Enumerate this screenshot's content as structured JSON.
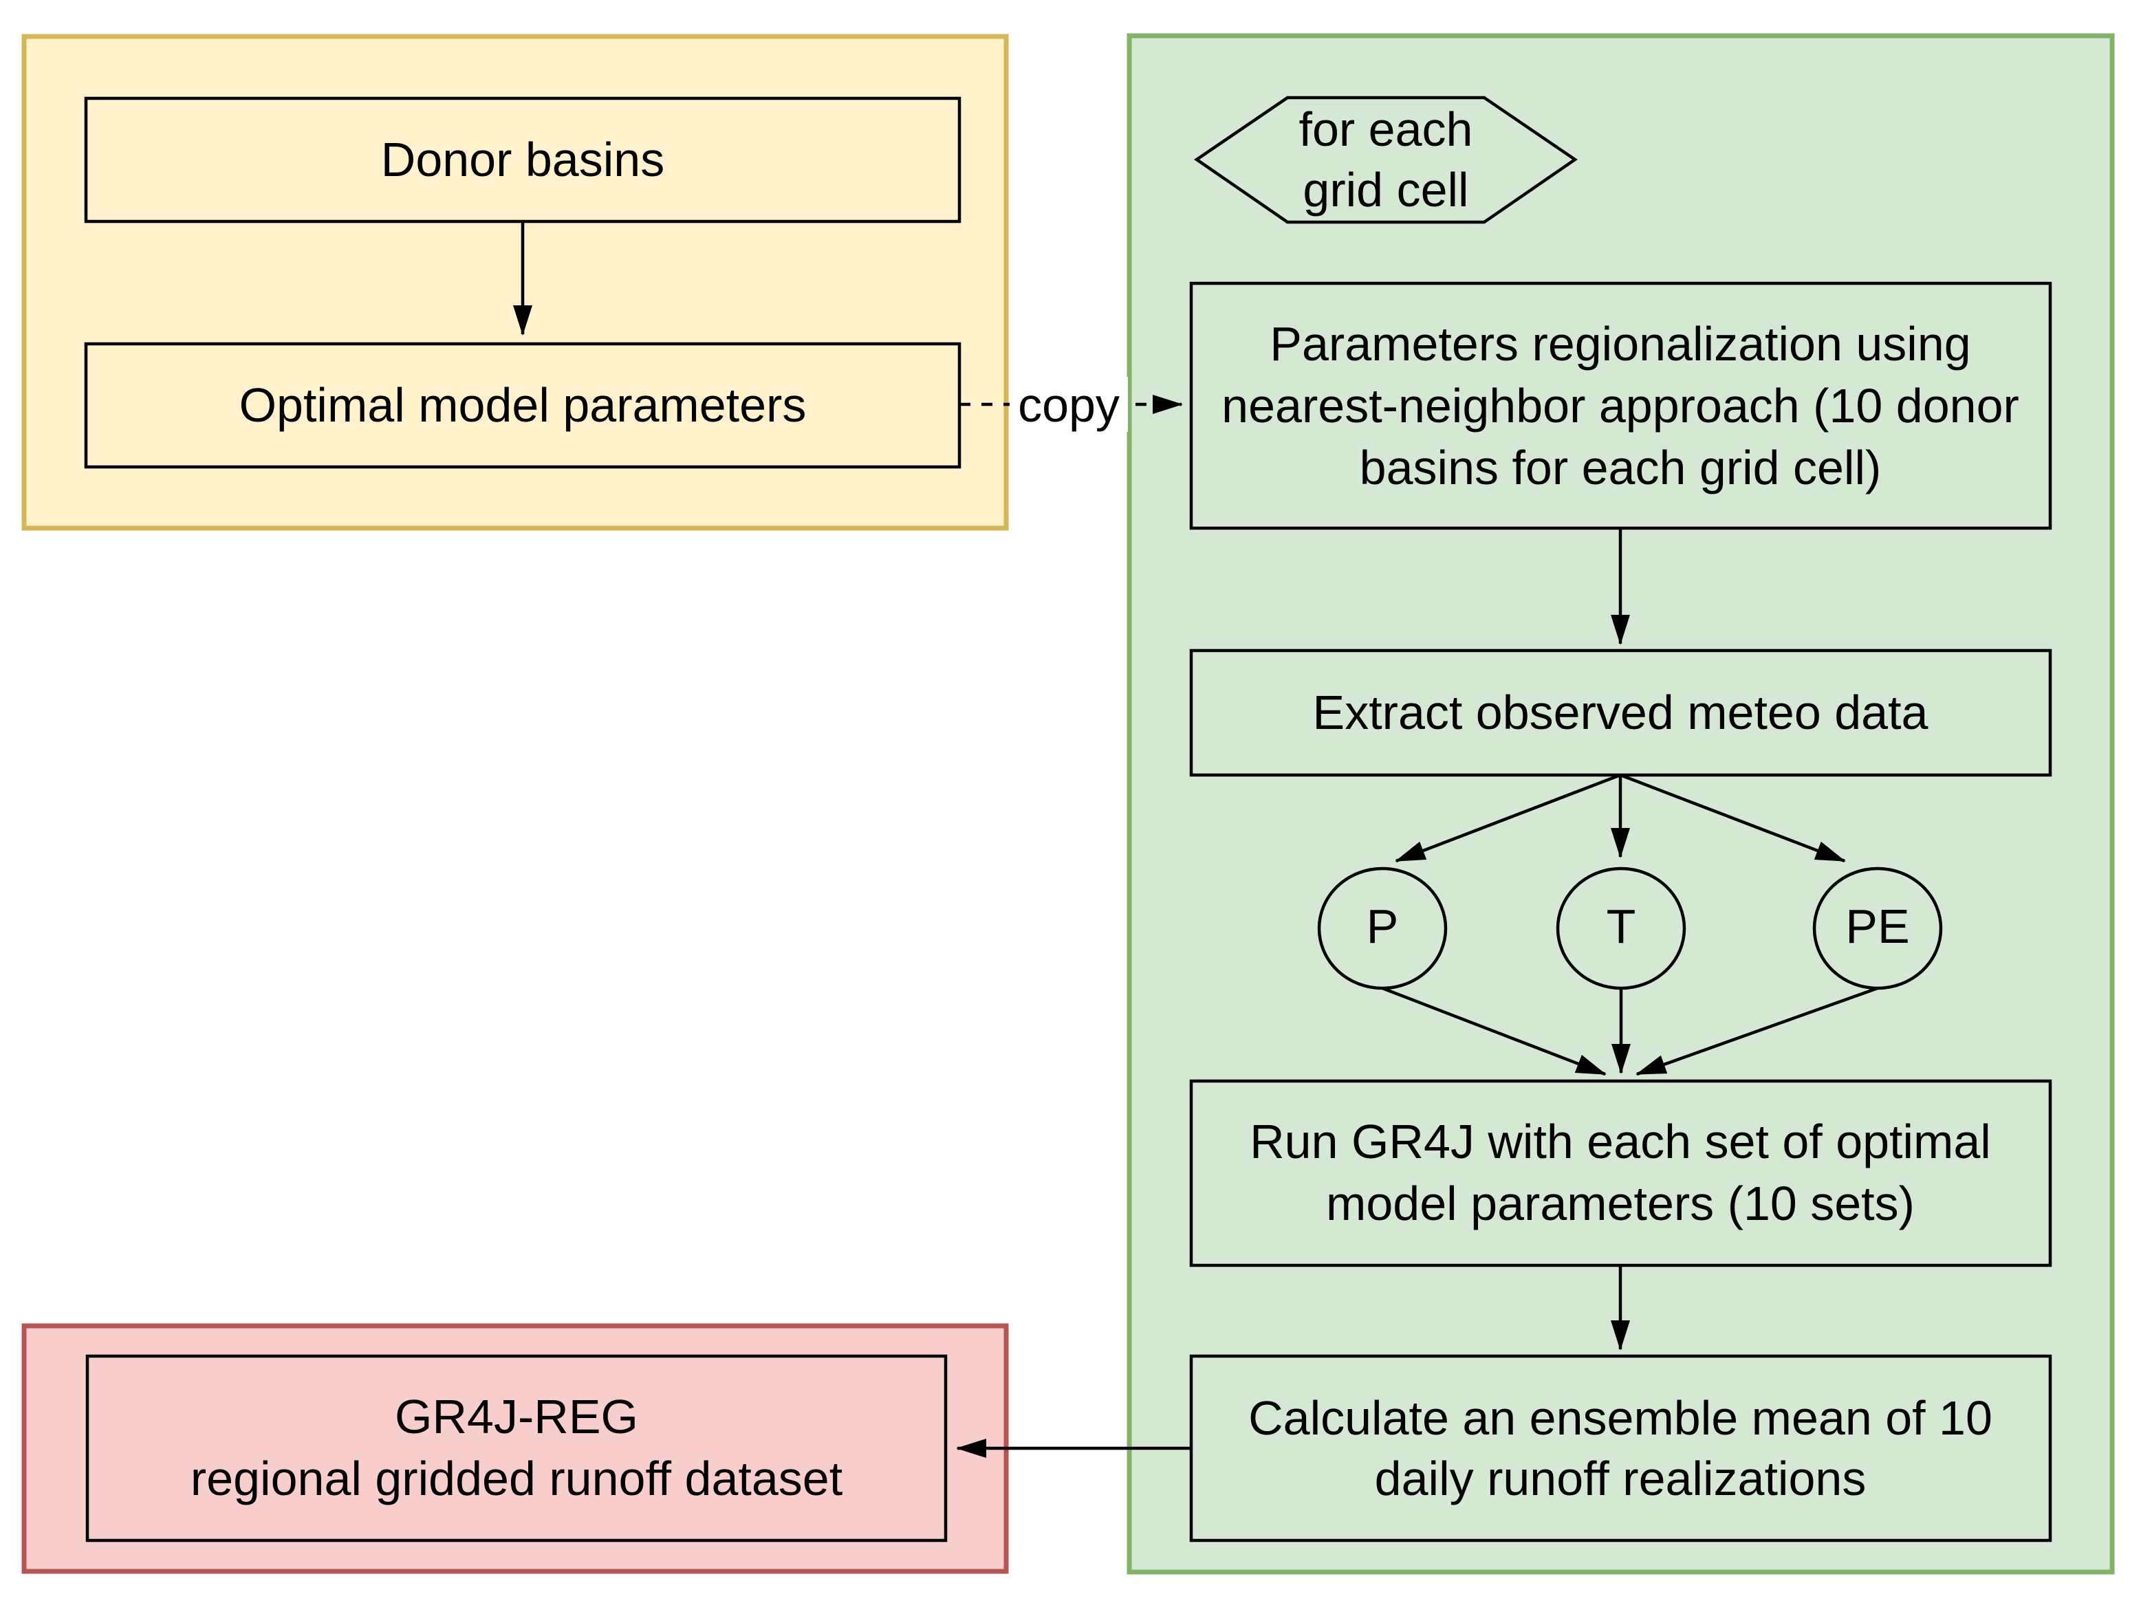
{
  "colors": {
    "yellow_fill": "#fff2cc",
    "yellow_stroke": "#d6b656",
    "green_fill": "#d5e8d4",
    "green_stroke": "#82b366",
    "red_fill": "#f8cecc",
    "red_stroke": "#b85450",
    "node_stroke": "#000000",
    "text": "#000000"
  },
  "diagram": {
    "yellow_group": {
      "donor_box": "Donor basins",
      "optimal_box": "Optimal model parameters"
    },
    "copy_edge_label": "copy",
    "green_group": {
      "loop_hexagon": {
        "line1": "for each",
        "line2": "grid cell"
      },
      "param_box": {
        "line1": "Parameters regionalization using",
        "line2": "nearest-neighbor approach (10 donor",
        "line3": "basins for each grid cell)"
      },
      "extract_box": "Extract observed meteo data",
      "circles": {
        "p": "P",
        "t": "T",
        "pe": "PE"
      },
      "run_box": {
        "line1": "Run GR4J with each set of optimal",
        "line2": "model parameters (10 sets)"
      },
      "calc_box": {
        "line1": "Calculate an ensemble mean of 10",
        "line2": "daily runoff realizations"
      }
    },
    "red_group": {
      "output_box_line1": "GR4J-REG",
      "output_box_line2": "regional gridded runoff dataset"
    }
  }
}
